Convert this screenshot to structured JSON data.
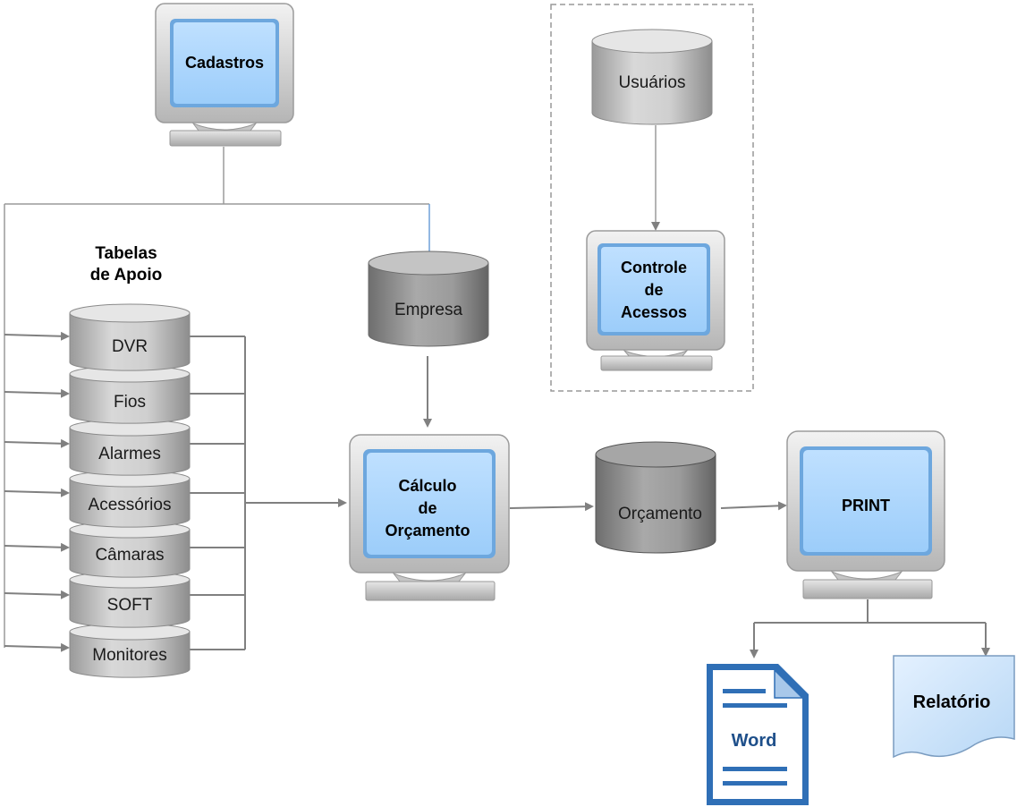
{
  "diagram": {
    "cadastros": "Cadastros",
    "tabelas_apoio": [
      "Tabelas",
      "de Apoio"
    ],
    "tables": [
      "DVR",
      "Fios",
      "Alarmes",
      "Acessórios",
      "Câmaras",
      "SOFT",
      "Monitores"
    ],
    "empresa": "Empresa",
    "usuarios": "Usuários",
    "controle_acessos": [
      "Controle",
      "de",
      "Acessos"
    ],
    "calculo_orcamento": [
      "Cálculo",
      "de",
      "Orçamento"
    ],
    "orcamento": "Orçamento",
    "print": "PRINT",
    "word": "Word",
    "relatorio": "Relatório"
  }
}
